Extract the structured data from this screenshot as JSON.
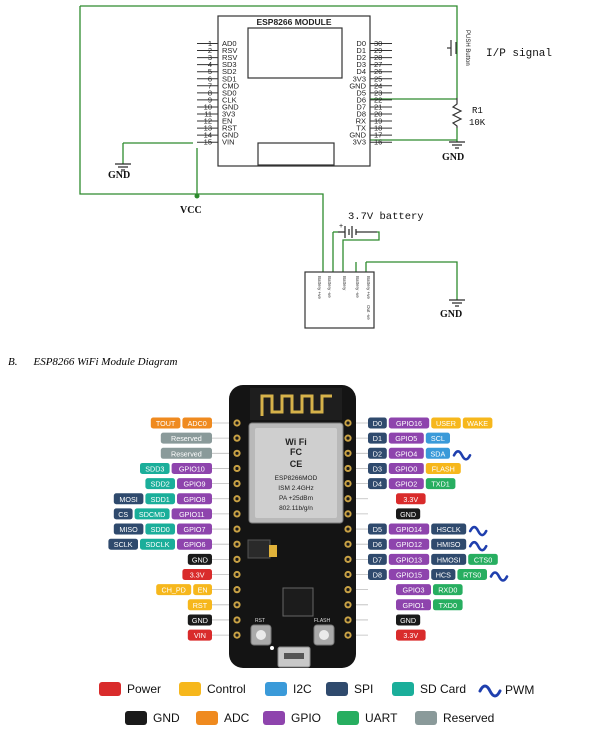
{
  "schematic": {
    "module_title": "ESP8266 MODULE",
    "left_pins": [
      {
        "num": "1",
        "name": "AD0"
      },
      {
        "num": "2",
        "name": "RSV"
      },
      {
        "num": "3",
        "name": "RSV"
      },
      {
        "num": "4",
        "name": "SD3"
      },
      {
        "num": "5",
        "name": "SD2"
      },
      {
        "num": "6",
        "name": "SD1"
      },
      {
        "num": "7",
        "name": "CMD"
      },
      {
        "num": "8",
        "name": "SD0"
      },
      {
        "num": "9",
        "name": "CLK"
      },
      {
        "num": "10",
        "name": "GND"
      },
      {
        "num": "11",
        "name": "3V3"
      },
      {
        "num": "12",
        "name": "EN"
      },
      {
        "num": "13",
        "name": "RST"
      },
      {
        "num": "14",
        "name": "GND"
      },
      {
        "num": "15",
        "name": "VIN"
      }
    ],
    "right_pins": [
      {
        "num": "30",
        "name": "D0"
      },
      {
        "num": "29",
        "name": "D1"
      },
      {
        "num": "28",
        "name": "D2"
      },
      {
        "num": "27",
        "name": "D3"
      },
      {
        "num": "26",
        "name": "D4"
      },
      {
        "num": "25",
        "name": "3V3"
      },
      {
        "num": "24",
        "name": "GND"
      },
      {
        "num": "23",
        "name": "D5"
      },
      {
        "num": "22",
        "name": "D6"
      },
      {
        "num": "21",
        "name": "D7"
      },
      {
        "num": "20",
        "name": "D8"
      },
      {
        "num": "19",
        "name": "RX"
      },
      {
        "num": "18",
        "name": "TX"
      },
      {
        "num": "17",
        "name": "GND"
      },
      {
        "num": "16",
        "name": "3V3"
      }
    ],
    "push_button_label": "PUSH Button",
    "ip_signal": "I/P signal",
    "r1": "R1",
    "r1_value": "10K",
    "gnd": "GND",
    "vcc": "VCC",
    "battery_label": "3.7V battery",
    "charger_pins": [
      "Battery +ve",
      "Battery -ve",
      "Battery",
      "Battery -ve",
      "Battery +ve",
      "Out -ve"
    ]
  },
  "caption": {
    "number": "B.",
    "text": "ESP8266 WiFi Module Diagram"
  },
  "board": {
    "left_rows": [
      {
        "labels": [
          {
            "t": "TOUT",
            "c": "adc"
          },
          {
            "t": "ADC0",
            "c": "adc"
          }
        ]
      },
      {
        "labels": [
          {
            "t": "Reserved",
            "c": "reserved"
          }
        ]
      },
      {
        "labels": [
          {
            "t": "Reserved",
            "c": "reserved"
          }
        ]
      },
      {
        "labels": [
          {
            "t": "SDD3",
            "c": "sdcard"
          },
          {
            "t": "GPIO10",
            "c": "gpio"
          }
        ]
      },
      {
        "labels": [
          {
            "t": "SDD2",
            "c": "sdcard"
          },
          {
            "t": "GPIO9",
            "c": "gpio"
          }
        ]
      },
      {
        "labels": [
          {
            "t": "MOSI",
            "c": "spi"
          },
          {
            "t": "SDD1",
            "c": "sdcard"
          },
          {
            "t": "GPIO8",
            "c": "gpio"
          }
        ]
      },
      {
        "labels": [
          {
            "t": "CS",
            "c": "spi"
          },
          {
            "t": "SDCMD",
            "c": "sdcard"
          },
          {
            "t": "GPIO11",
            "c": "gpio"
          }
        ]
      },
      {
        "labels": [
          {
            "t": "MISO",
            "c": "spi"
          },
          {
            "t": "SDD0",
            "c": "sdcard"
          },
          {
            "t": "GPIO7",
            "c": "gpio"
          }
        ]
      },
      {
        "labels": [
          {
            "t": "SCLK",
            "c": "spi"
          },
          {
            "t": "SDCLK",
            "c": "sdcard"
          },
          {
            "t": "GPIO6",
            "c": "gpio"
          }
        ]
      },
      {
        "labels": [
          {
            "t": "GND",
            "c": "gnd"
          }
        ]
      },
      {
        "labels": [
          {
            "t": "3.3V",
            "c": "power"
          }
        ]
      },
      {
        "labels": [
          {
            "t": "CH_PD",
            "c": "control"
          },
          {
            "t": "EN",
            "c": "control"
          }
        ]
      },
      {
        "labels": [
          {
            "t": "RST",
            "c": "control"
          }
        ]
      },
      {
        "labels": [
          {
            "t": "GND",
            "c": "gnd"
          }
        ]
      },
      {
        "labels": [
          {
            "t": "VIN",
            "c": "power"
          }
        ]
      }
    ],
    "right_rows": [
      {
        "labels": [
          {
            "t": "D0",
            "c": "spi"
          },
          {
            "t": "GPIO16",
            "c": "gpio"
          },
          {
            "t": "USER",
            "c": "control"
          },
          {
            "t": "WAKE",
            "c": "control"
          }
        ],
        "pwm": false
      },
      {
        "labels": [
          {
            "t": "D1",
            "c": "spi"
          },
          {
            "t": "GPIO5",
            "c": "gpio"
          },
          {
            "t": "SCL",
            "c": "i2c"
          }
        ],
        "pwm": false
      },
      {
        "labels": [
          {
            "t": "D2",
            "c": "spi"
          },
          {
            "t": "GPIO4",
            "c": "gpio"
          },
          {
            "t": "SDA",
            "c": "i2c"
          }
        ],
        "pwm": true
      },
      {
        "labels": [
          {
            "t": "D3",
            "c": "spi"
          },
          {
            "t": "GPIO0",
            "c": "gpio"
          },
          {
            "t": "FLASH",
            "c": "control"
          }
        ],
        "pwm": false
      },
      {
        "labels": [
          {
            "t": "D4",
            "c": "spi"
          },
          {
            "t": "GPIO2",
            "c": "gpio"
          },
          {
            "t": "TXD1",
            "c": "uart"
          }
        ],
        "pwm": false
      },
      {
        "labels": [
          {
            "t": "3.3V",
            "c": "power"
          }
        ],
        "pwm": false
      },
      {
        "labels": [
          {
            "t": "GND",
            "c": "gnd"
          }
        ],
        "pwm": false
      },
      {
        "labels": [
          {
            "t": "D5",
            "c": "spi"
          },
          {
            "t": "GPIO14",
            "c": "gpio"
          },
          {
            "t": "HSCLK",
            "c": "spi"
          }
        ],
        "pwm": true
      },
      {
        "labels": [
          {
            "t": "D6",
            "c": "spi"
          },
          {
            "t": "GPIO12",
            "c": "gpio"
          },
          {
            "t": "HMISO",
            "c": "spi"
          }
        ],
        "pwm": true
      },
      {
        "labels": [
          {
            "t": "D7",
            "c": "spi"
          },
          {
            "t": "GPIO13",
            "c": "gpio"
          },
          {
            "t": "HMOSI",
            "c": "spi"
          },
          {
            "t": "CTS0",
            "c": "uart"
          }
        ],
        "pwm": false
      },
      {
        "labels": [
          {
            "t": "D8",
            "c": "spi"
          },
          {
            "t": "GPIO15",
            "c": "gpio"
          },
          {
            "t": "HCS",
            "c": "spi"
          },
          {
            "t": "RTS0",
            "c": "uart"
          }
        ],
        "pwm": true
      },
      {
        "labels": [
          {
            "t": "GPIO3",
            "c": "gpio"
          },
          {
            "t": "RXD0",
            "c": "uart"
          }
        ],
        "pwm": false
      },
      {
        "labels": [
          {
            "t": "GPIO1",
            "c": "gpio"
          },
          {
            "t": "TXD0",
            "c": "uart"
          }
        ],
        "pwm": false
      },
      {
        "labels": [
          {
            "t": "GND",
            "c": "gnd"
          }
        ],
        "pwm": false
      },
      {
        "labels": [
          {
            "t": "3.3V",
            "c": "power"
          }
        ],
        "pwm": false
      }
    ],
    "chip_text": [
      "Wi Fi",
      "FC",
      "CE",
      "ESP8266MOD",
      "ISM 2.4GHz",
      "PA +25dBm",
      "802.11b/g/n"
    ],
    "rst_label": "RST",
    "flash_label": "FLASH"
  },
  "legend": {
    "row1": [
      {
        "label": "Power",
        "c": "power"
      },
      {
        "label": "Control",
        "c": "control"
      },
      {
        "label": "I2C",
        "c": "i2c"
      },
      {
        "label": "SPI",
        "c": "spi"
      },
      {
        "label": "SD Card",
        "c": "sdcard"
      },
      {
        "label": "PWM",
        "c": "pwm"
      }
    ],
    "row2": [
      {
        "label": "GND",
        "c": "gnd"
      },
      {
        "label": "ADC",
        "c": "adc"
      },
      {
        "label": "GPIO",
        "c": "gpio"
      },
      {
        "label": "UART",
        "c": "uart"
      },
      {
        "label": "Reserved",
        "c": "reserved"
      }
    ]
  },
  "colors": {
    "power": "#d92b2b",
    "control": "#f6b71c",
    "i2c": "#3a9ad9",
    "spi": "#2f4a6d",
    "sdcard": "#1aae9a",
    "pwm": "#1f3fae",
    "gnd": "#1a1a1a",
    "adc": "#ef8a1f",
    "gpio": "#8e44ad",
    "uart": "#27ae60",
    "reserved": "#8a9a9a",
    "wire": "#2e8b2e"
  }
}
